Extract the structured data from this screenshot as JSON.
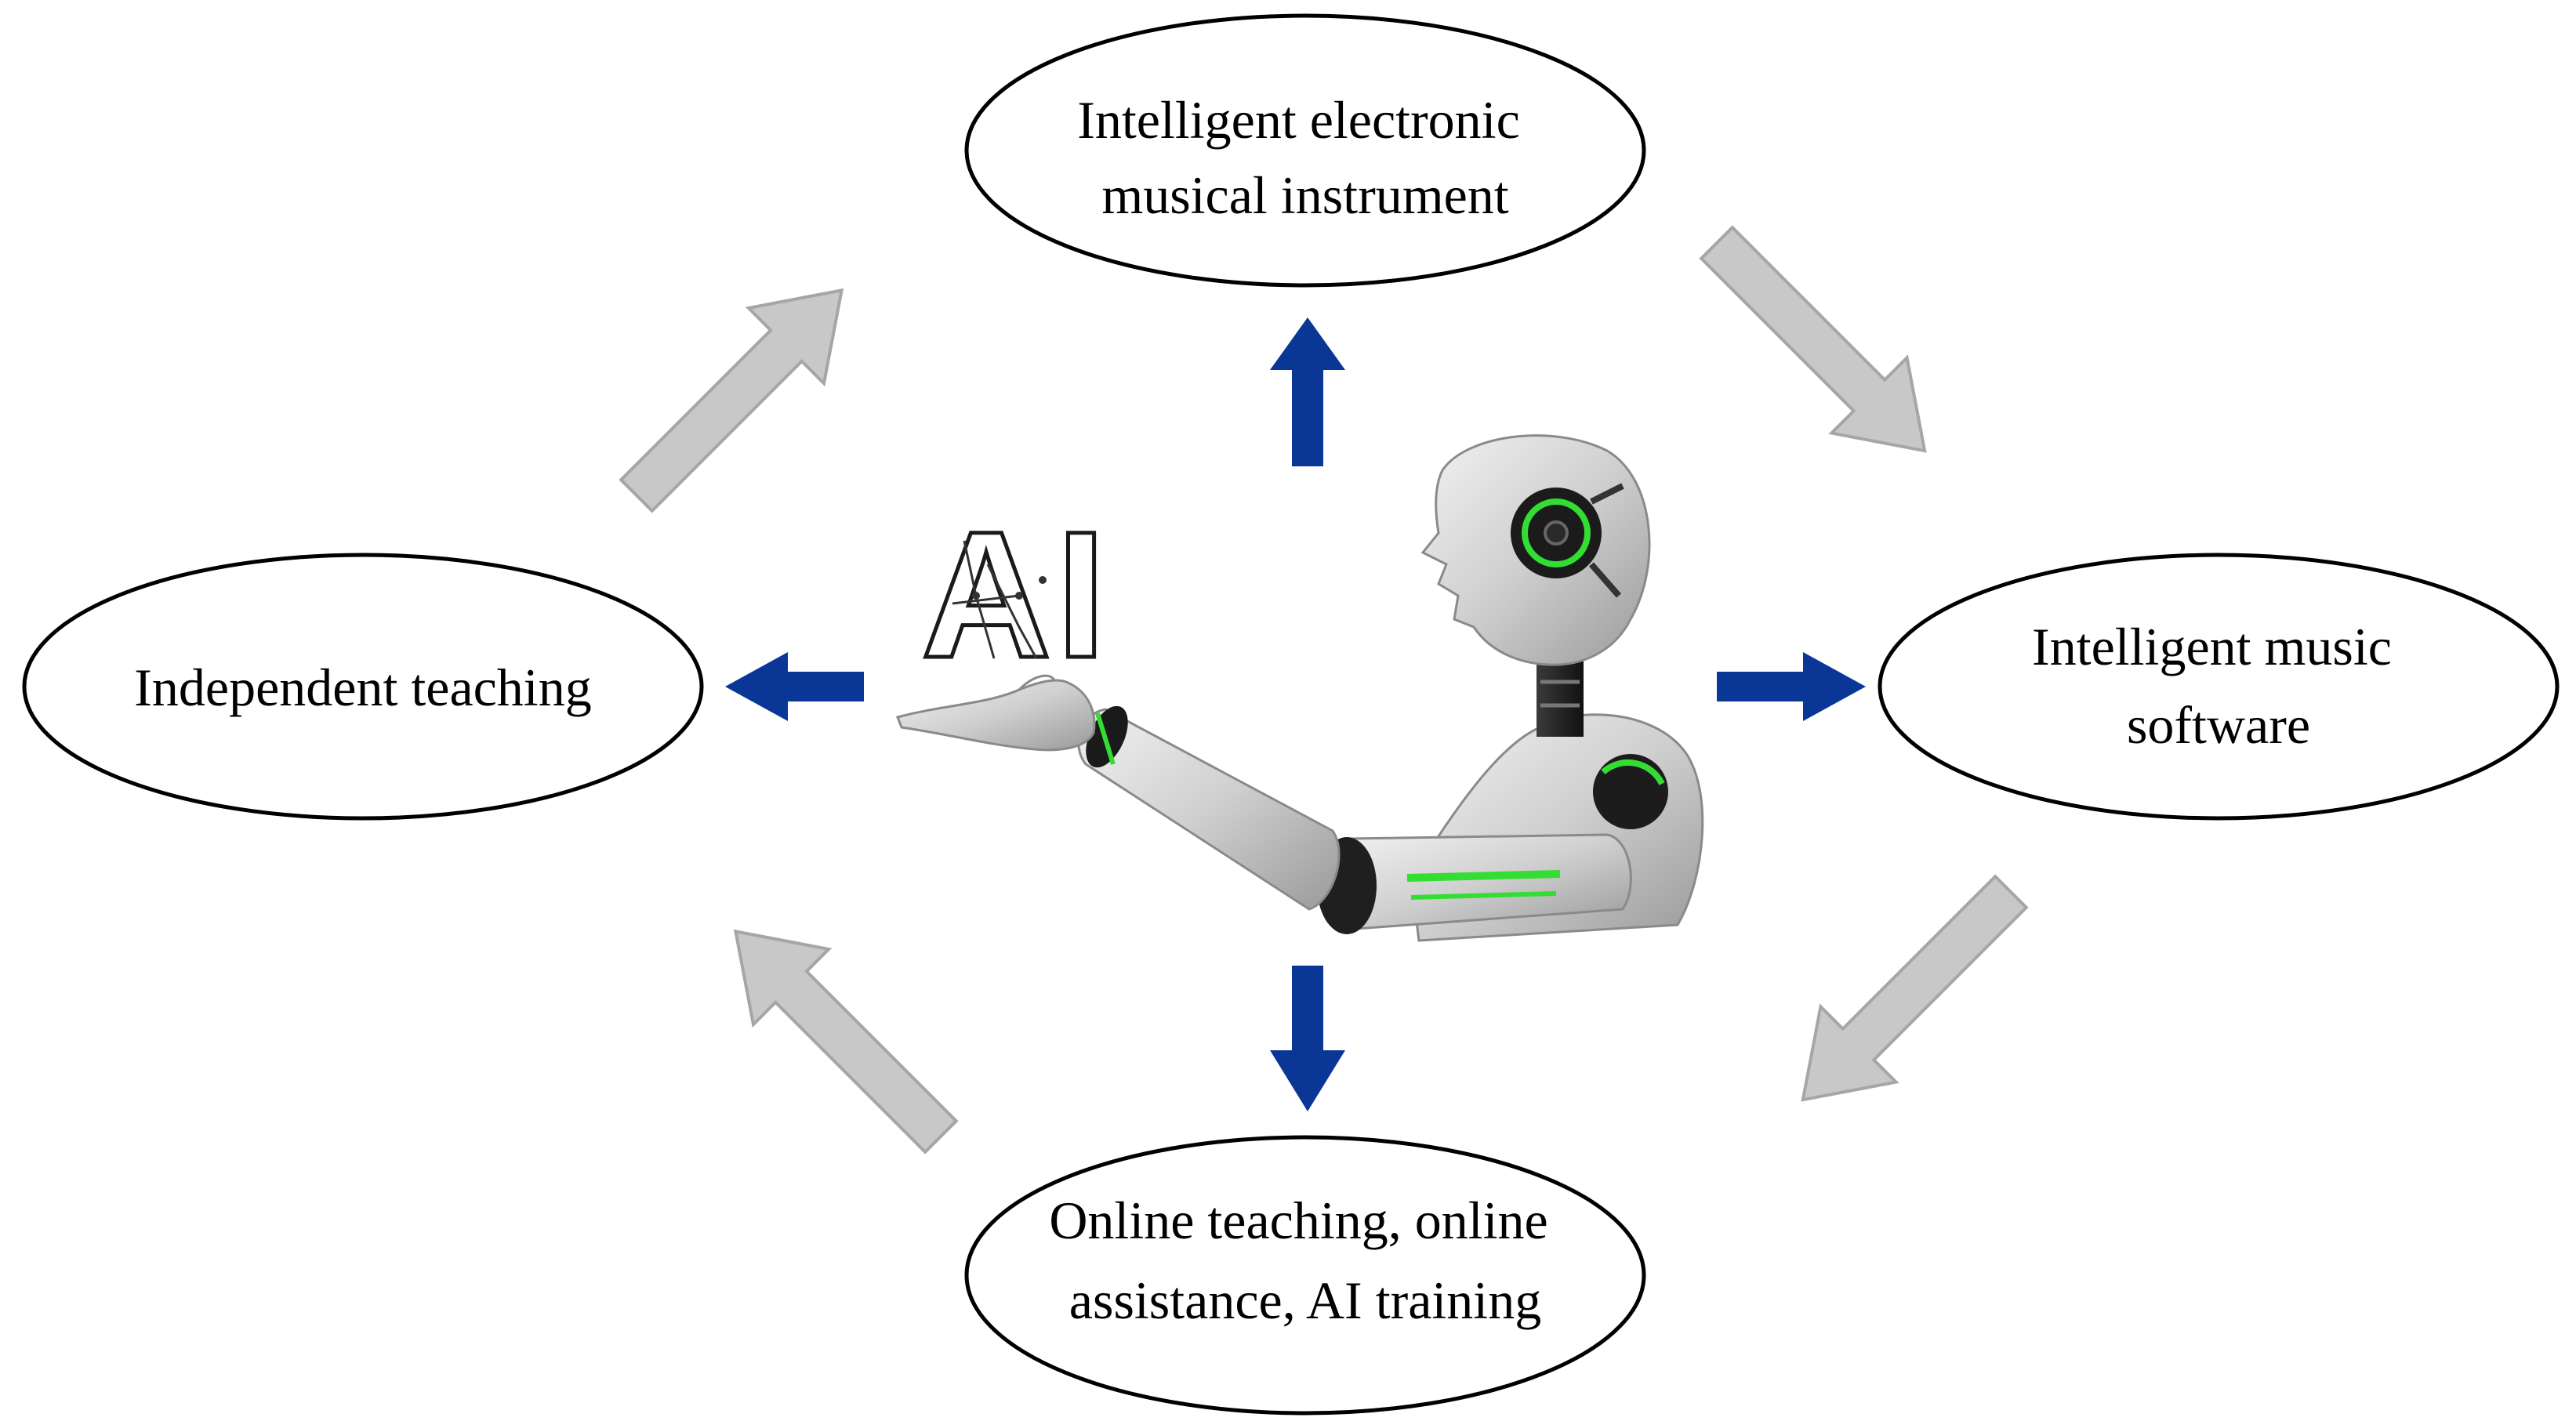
{
  "nodes": {
    "top": {
      "lines": [
        "Intelligent electronic",
        "musical instrument"
      ]
    },
    "right": {
      "lines": [
        "Intelligent music",
        "software"
      ]
    },
    "bottom": {
      "lines": [
        "Online teaching, online",
        "assistance, AI training"
      ]
    },
    "left": {
      "lines": [
        "Independent teaching"
      ]
    }
  },
  "center": {
    "logo_text": "AI"
  },
  "colors": {
    "outline": "#000000",
    "cycle_arrow_fill": "#c8c8c8",
    "cycle_arrow_stroke": "#a6a6a6",
    "spoke_arrow": "#0a3796",
    "robot_accent": "#33dd33"
  }
}
